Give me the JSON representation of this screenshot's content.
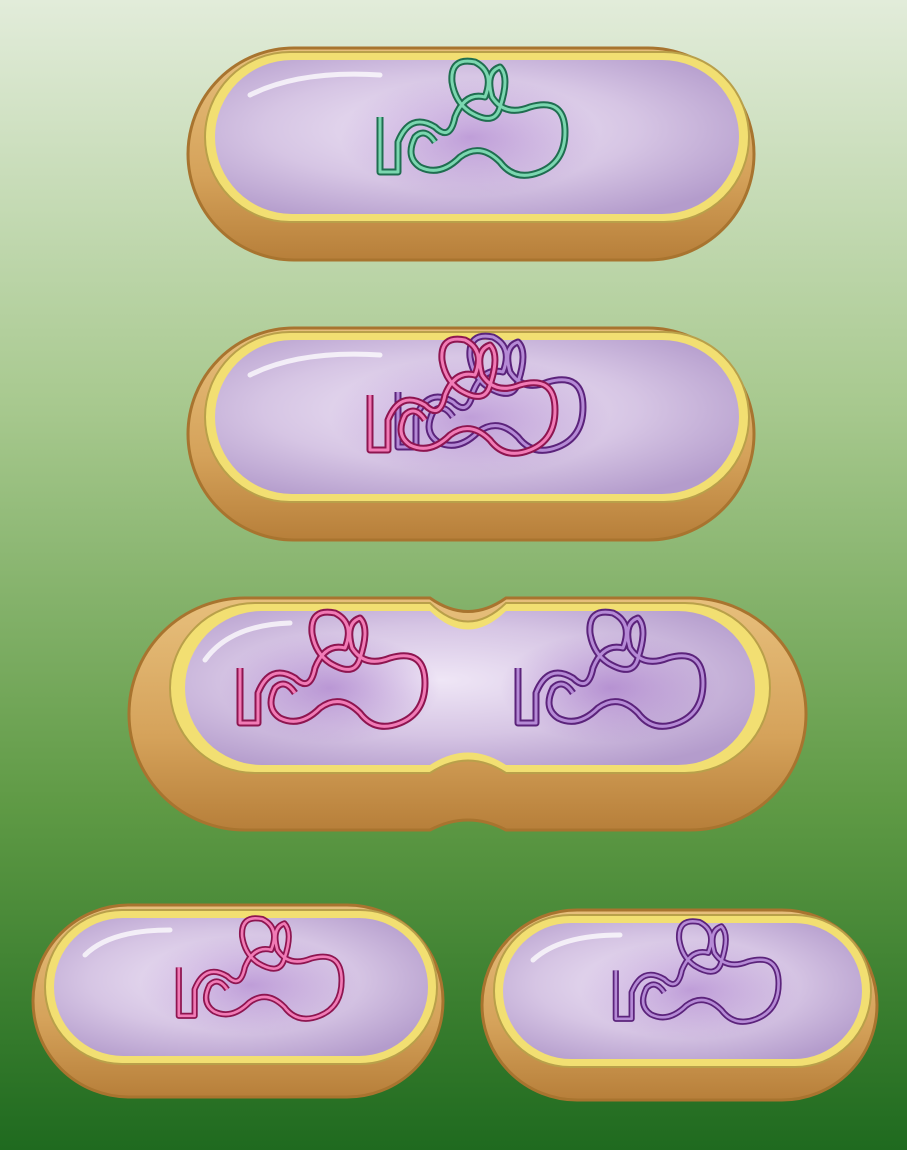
{
  "figure": {
    "subject": "binary-fission",
    "stages": [
      {
        "id": "stage-1",
        "cells": 1,
        "dna_copies": [
          "original"
        ]
      },
      {
        "id": "stage-2",
        "cells": 1,
        "dna_copies": [
          "original",
          "replica"
        ]
      },
      {
        "id": "stage-3",
        "cells": 1,
        "dividing": true,
        "dna_copies": [
          "original",
          "replica"
        ]
      },
      {
        "id": "stage-4",
        "cells": 2,
        "dna_copies": [
          "original",
          "replica"
        ]
      }
    ]
  },
  "colors": {
    "background_top": "#e2ecda",
    "background_bottom": "#1f6a1f",
    "cell_wall": "#d8a862",
    "cell_wall_shadow": "#a8742f",
    "membrane": "#f2df72",
    "cytoplasm": "#c7b2d8",
    "dna_initial": "#2e8f68",
    "dna_original": "#c51e6e",
    "dna_replica": "#7a2fa2"
  }
}
